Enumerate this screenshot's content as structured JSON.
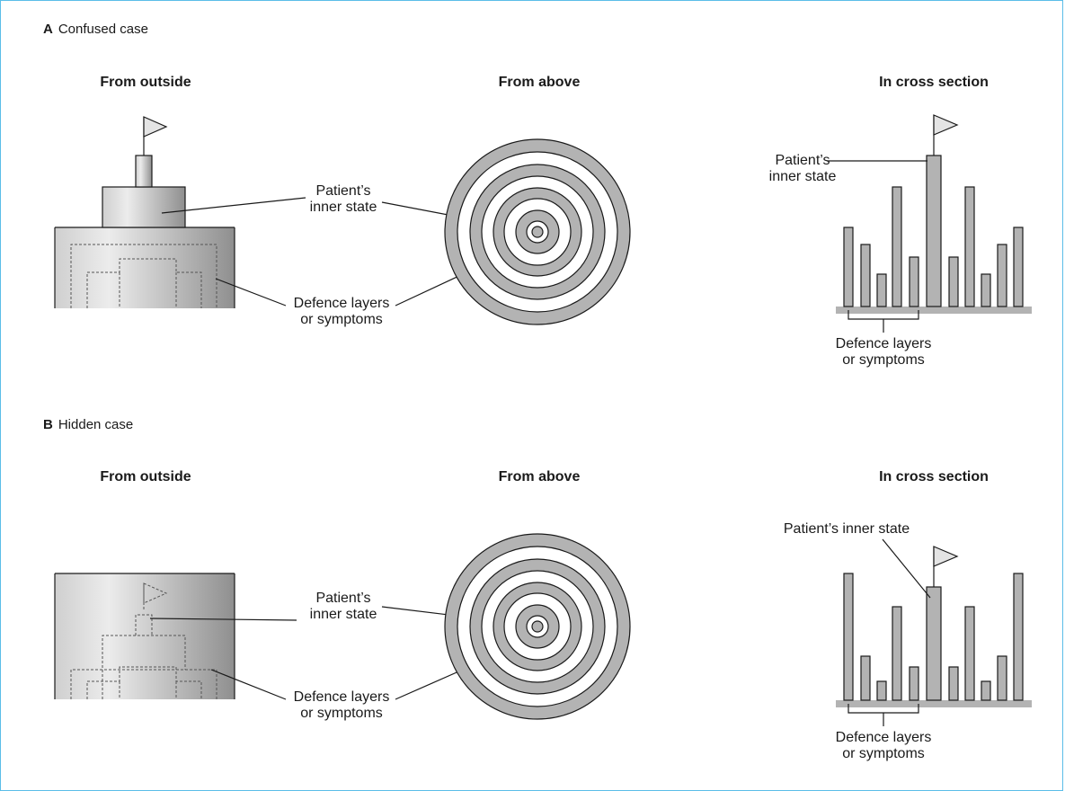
{
  "panel_a": {
    "letter": "A",
    "title": "Confused case",
    "headers": {
      "outside": "From outside",
      "above": "From above",
      "cross": "In cross section"
    },
    "inner_label": [
      "Patient’s",
      "inner state"
    ],
    "defence_label": [
      "Defence layers",
      "or symptoms"
    ]
  },
  "panel_b": {
    "letter": "B",
    "title": "Hidden case",
    "headers": {
      "outside": "From outside",
      "above": "From above",
      "cross": "In cross section"
    },
    "inner_label": [
      "Patient’s",
      "inner state"
    ],
    "cross_inner_label": "Patient’s inner state",
    "defence_label": [
      "Defence layers",
      "or symptoms"
    ]
  },
  "colors": {
    "frame": "#5bbde8",
    "fill_grey": "#b3b3b3",
    "stroke": "#1a1a1a"
  }
}
